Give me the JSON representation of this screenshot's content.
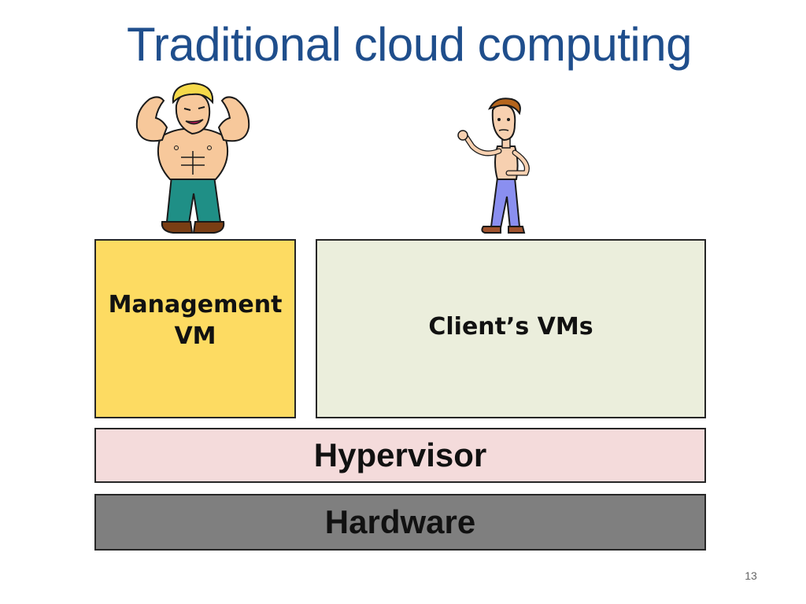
{
  "slide": {
    "title": "Traditional cloud computing",
    "page_number": "13"
  },
  "layers": {
    "management_vm": {
      "line1": "Management",
      "line2": "VM",
      "fill": "#fddb62"
    },
    "clients_vms": {
      "label": "Client’s VMs",
      "fill": "#ebeedc"
    },
    "hypervisor": {
      "label": "Hypervisor",
      "fill": "#f4dbdb"
    },
    "hardware": {
      "label": "Hardware",
      "fill": "#7f7f7f"
    }
  },
  "illustrations": {
    "left": "muscular-man-icon",
    "right": "skinny-man-icon"
  },
  "colors": {
    "title": "#1f4e8c",
    "border": "#262626"
  }
}
